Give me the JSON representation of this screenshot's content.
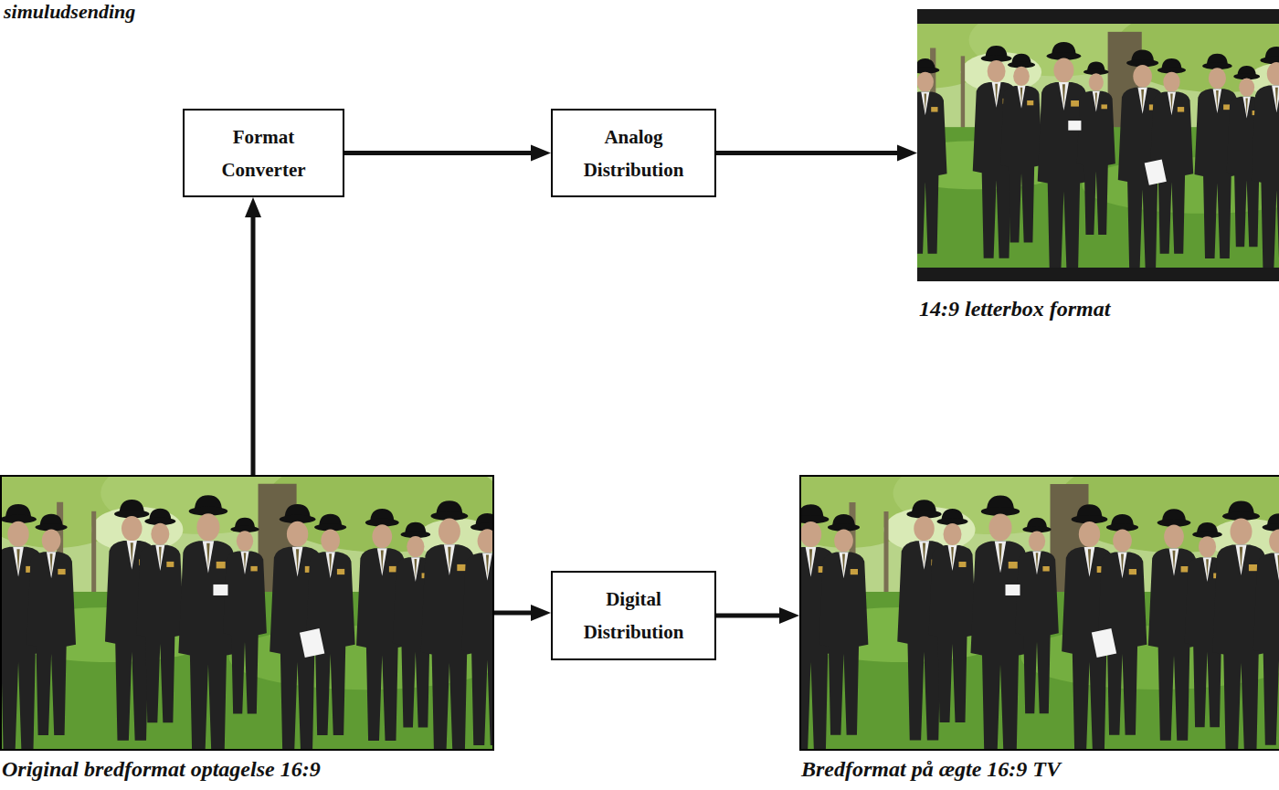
{
  "diagram": {
    "nodes": [
      {
        "text": [
          "Original bredformat optagelse 16:9"
        ]
      },
      {
        "text": [
          "Format Converter"
        ]
      },
      {
        "text": [
          "Analog Distribution"
        ]
      },
      {
        "text": [
          "14:9 letterbox format"
        ]
      },
      {
        "text": [
          "Digital Distribution"
        ]
      },
      {
        "text": [
          "Bredformat på ægte 16:9 TV"
        ]
      }
    ],
    "edges": [
      {
        "from": 0,
        "to": 1,
        "arrow": "to"
      },
      {
        "from": 1,
        "to": 2,
        "arrow": "to"
      },
      {
        "from": 2,
        "to": 3,
        "arrow": "to"
      },
      {
        "from": 0,
        "to": 4,
        "arrow": "to"
      },
      {
        "from": 4,
        "to": 5,
        "arrow": "to"
      }
    ],
    "labels": [
      "simuludsending"
    ]
  }
}
